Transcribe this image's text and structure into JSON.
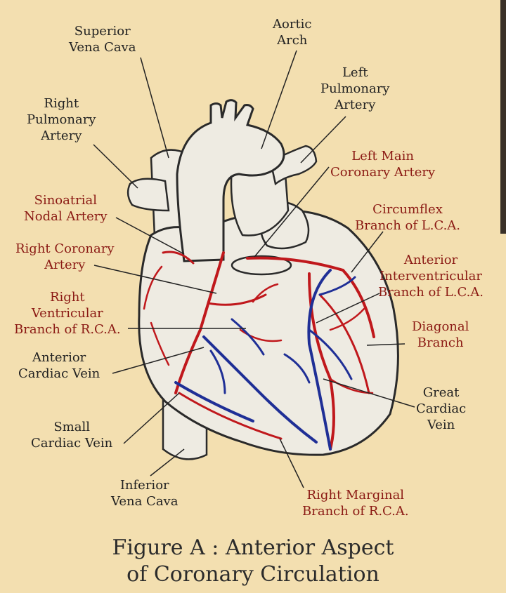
{
  "labels": {
    "superior_vena_cava": [
      "Superior",
      "Vena Cava"
    ],
    "aortic_arch": [
      "Aortic",
      "Arch"
    ],
    "left_pulmonary_artery": [
      "Left",
      "Pulmonary",
      "Artery"
    ],
    "right_pulmonary_artery": [
      "Right",
      "Pulmonary",
      "Artery"
    ],
    "left_main_coronary_artery": [
      "Left Main",
      "Coronary Artery"
    ],
    "sinoatrial_nodal_artery": [
      "Sinoatrial",
      "Nodal Artery"
    ],
    "circumflex_branch": [
      "Circumflex",
      "Branch of L.C.A."
    ],
    "right_coronary_artery": [
      "Right Coronary",
      "Artery"
    ],
    "anterior_interventricular_branch": [
      "Anterior",
      "Interventricular",
      "Branch of L.C.A."
    ],
    "right_ventricular_branch": [
      "Right",
      "Ventricular",
      "Branch of R.C.A."
    ],
    "diagonal_branch": [
      "Diagonal",
      "Branch"
    ],
    "anterior_cardiac_vein": [
      "Anterior",
      "Cardiac Vein"
    ],
    "great_cardiac_vein": [
      "Great",
      "Cardiac",
      "Vein"
    ],
    "small_cardiac_vein": [
      "Small",
      "Cardiac Vein"
    ],
    "inferior_vena_cava": [
      "Inferior",
      "Vena Cava"
    ],
    "right_marginal_branch": [
      "Right Marginal",
      "Branch of R.C.A."
    ]
  },
  "caption": [
    "Figure A : Anterior Aspect",
    "of Coronary Circulation"
  ],
  "colors": {
    "background": "#f3dfb0",
    "heart_fill": "#eeebe2",
    "outline": "#2a2a2a",
    "artery": "#c0181c",
    "vein": "#1f2f96",
    "label_black": "#222222",
    "label_red": "#8b1a14"
  }
}
